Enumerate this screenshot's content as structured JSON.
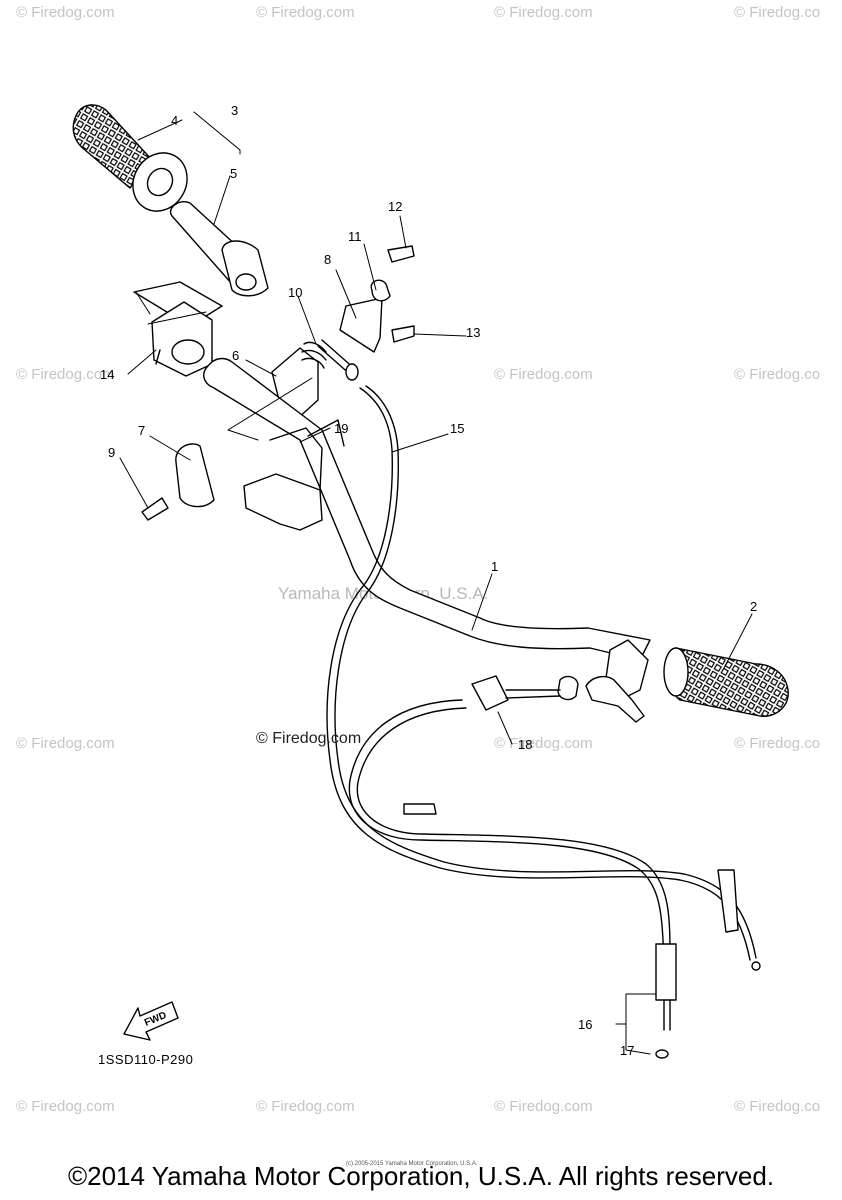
{
  "watermark_text": "© Firedog.com",
  "watermark_text_clipped": "© Firedog.co",
  "center_watermark": "Yamaha Motor Corp, U.S.A.",
  "inline_watermark": "© Firedog.com",
  "callouts": [
    "1",
    "2",
    "3",
    "4",
    "5",
    "6",
    "7",
    "8",
    "9",
    "10",
    "11",
    "12",
    "13",
    "14",
    "15",
    "16",
    "17",
    "18",
    "19"
  ],
  "fwd_label": "FWD",
  "part_code": "1SSD110-P290",
  "tiny_copyright": "(c) 2005-2015 Yamaha Motor Corporation, U.S.A.",
  "copyright": "©2014 Yamaha Motor Corporation, U.S.A. All rights reserved."
}
